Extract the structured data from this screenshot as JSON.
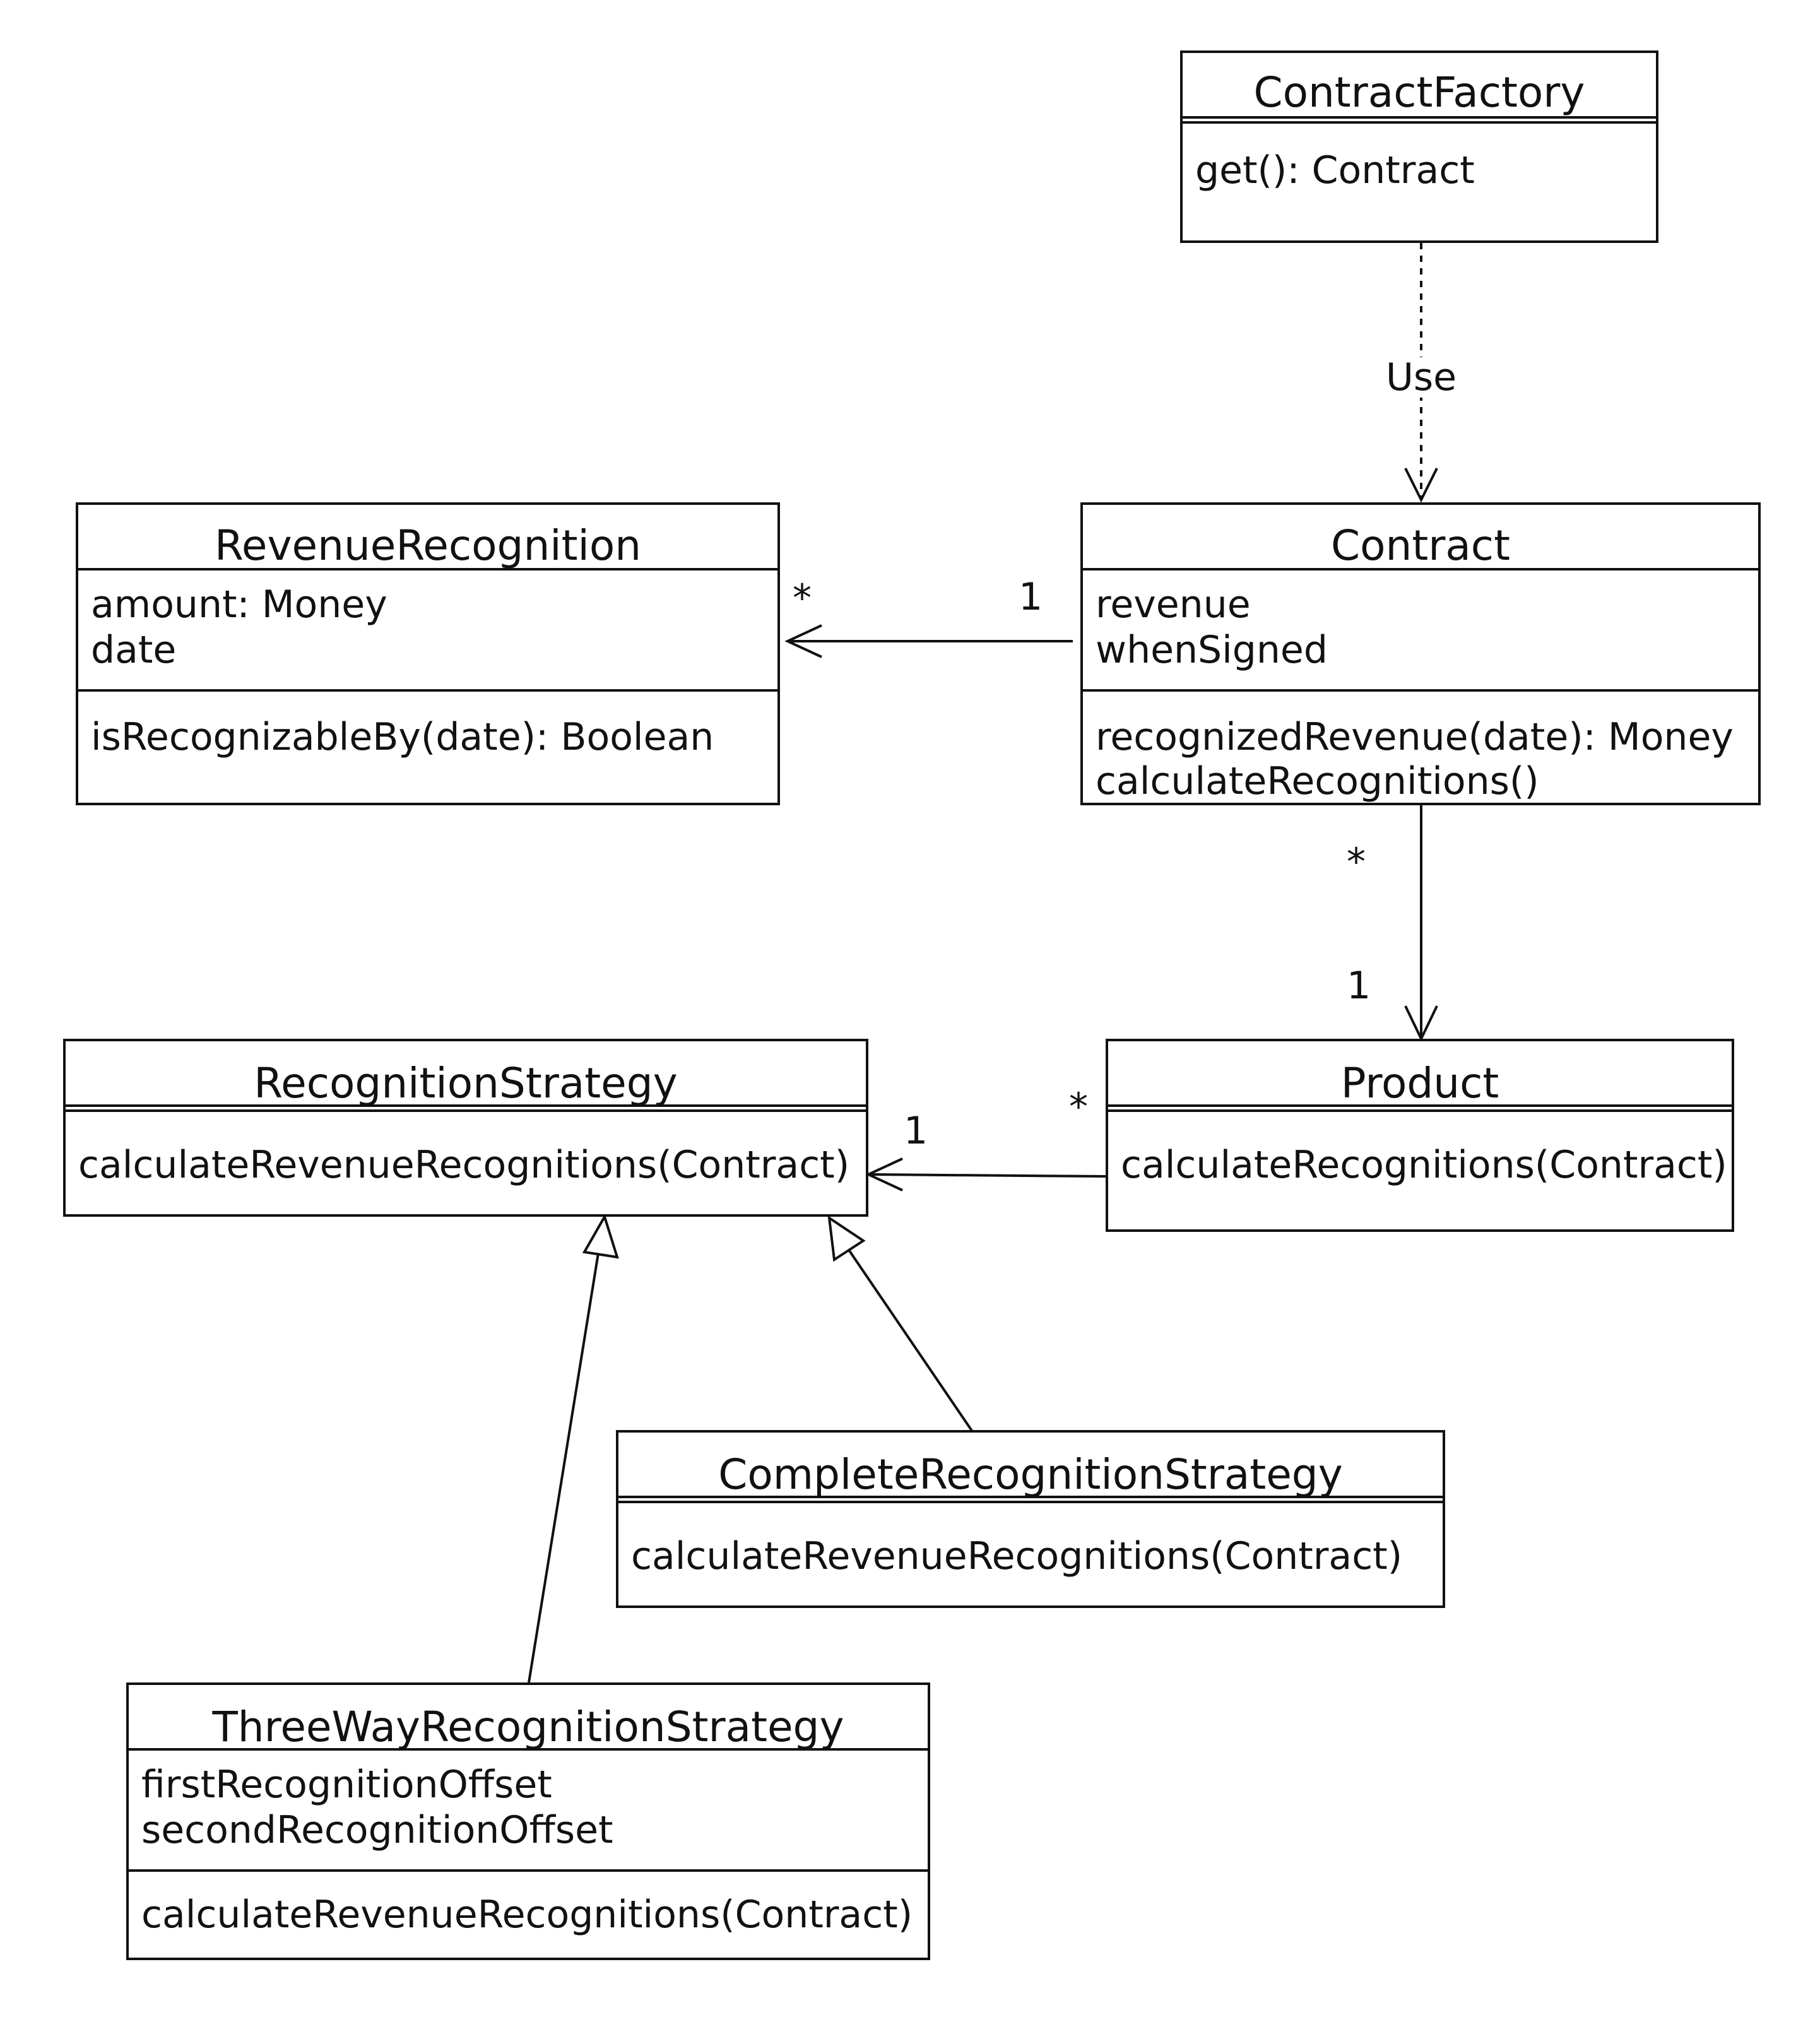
{
  "classes": {
    "contract_factory": {
      "name": "ContractFactory",
      "operations": [
        "get(): Contract"
      ]
    },
    "revenue_recognition": {
      "name": "RevenueRecognition",
      "attributes": [
        "amount: Money",
        "date"
      ],
      "operations": [
        "isRecognizableBy(date): Boolean"
      ]
    },
    "contract": {
      "name": "Contract",
      "attributes": [
        "revenue",
        "whenSigned"
      ],
      "operations": [
        "recognizedRevenue(date): Money",
        "calculateRecognitions()"
      ]
    },
    "recognition_strategy": {
      "name": "RecognitionStrategy",
      "operations": [
        "calculateRevenueRecognitions(Contract)"
      ]
    },
    "product": {
      "name": "Product",
      "operations": [
        "calculateRecognitions(Contract)"
      ]
    },
    "complete_recognition_strategy": {
      "name": "CompleteRecognitionStrategy",
      "operations": [
        "calculateRevenueRecognitions(Contract)"
      ]
    },
    "three_way_recognition_strategy": {
      "name": "ThreeWayRecognitionStrategy",
      "attributes": [
        "firstRecognitionOffset",
        "secondRecognitionOffset"
      ],
      "operations": [
        "calculateRevenueRecognitions(Contract)"
      ]
    }
  },
  "relations": {
    "use_label": "Use",
    "contract_revenue": {
      "source": "1",
      "target": "*"
    },
    "contract_product": {
      "source": "*",
      "target": "1"
    },
    "product_strategy": {
      "source": "*",
      "target": "1"
    }
  }
}
